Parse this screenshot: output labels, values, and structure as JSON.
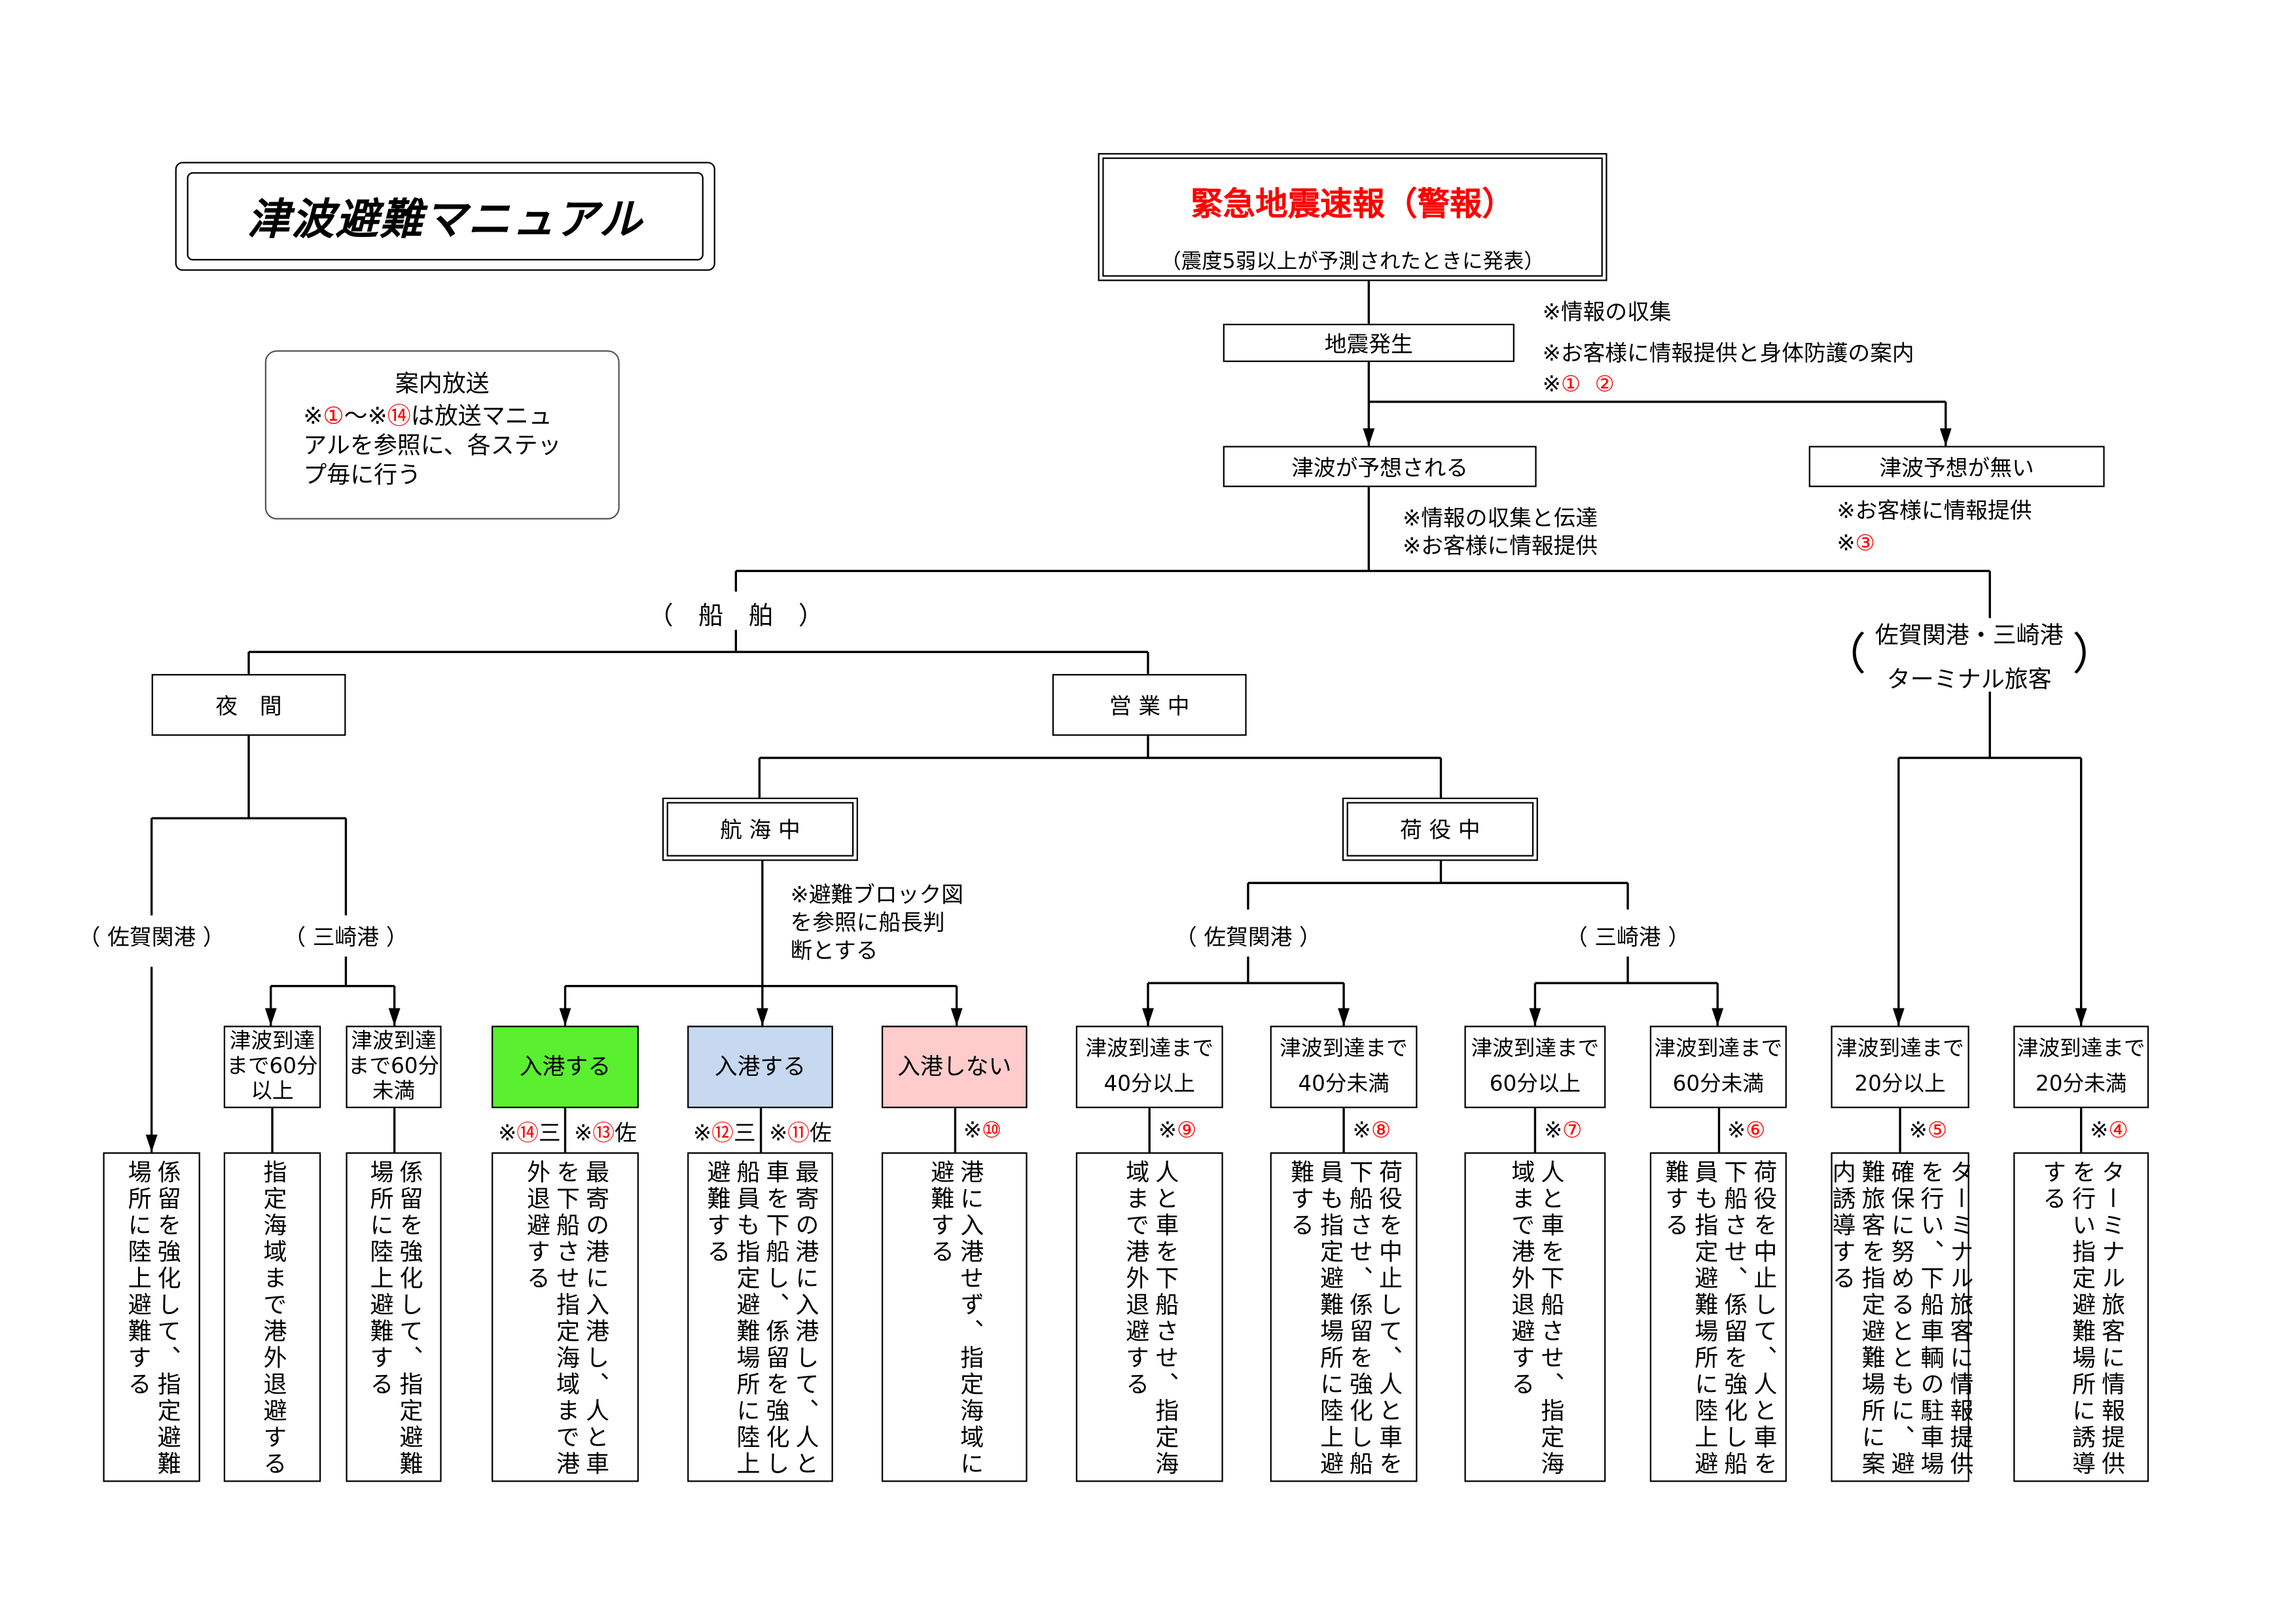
{
  "title": "津波避難マニュアル",
  "announcement": {
    "heading": "案内放送",
    "line1_mark": "※",
    "line1_num1": "①",
    "line1_mid": "～※",
    "line1_num2": "⑭",
    "line1_rest": "は放送マニュ",
    "line2": "アルを参照に、各ステッ",
    "line3": "プ毎に行う"
  },
  "alert": {
    "title": "緊急地震速報（警報）",
    "subtitle": "（震度5弱以上が予測されたときに発表）",
    "color": "#ff0000"
  },
  "earthquake": {
    "label": "地震発生",
    "note1": "※情報の収集",
    "note2": "※お客様に情報提供と身体防護の案内",
    "note3_mark": "※",
    "note3_num1": "①",
    "note3_num2": "②"
  },
  "tsunami_expected": {
    "label": "津波が予想される",
    "note1": "※情報の収集と伝達",
    "note2": "※お客様に情報提供"
  },
  "no_tsunami": {
    "label": "津波予想が無い",
    "note1": "※お客様に情報提供",
    "note2_mark": "※",
    "note2_num": "③"
  },
  "ships_label": "（　船　舶　）",
  "terminal": {
    "open": "（",
    "line1": "佐賀関港・三崎港",
    "line2": "ターミナル旅客",
    "close": "）"
  },
  "night": {
    "label": "夜　間",
    "saganoseki": "（ 佐賀関港 ）",
    "misaki": "（ 三崎港 ）"
  },
  "business": {
    "label": "営 業 中"
  },
  "sailing": {
    "label": "航 海 中",
    "note": [
      "※避難ブロック図",
      "を参照に船長判",
      "断とする"
    ]
  },
  "cargo": {
    "label": "荷 役 中",
    "saganoseki": "（ 佐賀関港 ）",
    "misaki": "（ 三崎港 ）"
  },
  "columns": [
    {
      "decision": null,
      "notes": [],
      "action": "係留を強化して、指定避難場所に陸上避難する"
    },
    {
      "decision": [
        "津波到達",
        "まで60分",
        "以上"
      ],
      "notes": [],
      "action": "指定海域まで港外退避する"
    },
    {
      "decision": [
        "津波到達",
        "まで60分",
        "未満"
      ],
      "notes": [],
      "action": "係留を強化して、指定避難場所に陸上避難する"
    },
    {
      "decision": [
        "入港する"
      ],
      "fill": "#5af030",
      "notes": [
        {
          "side": "left",
          "mark": "※",
          "num": "⑭",
          "suffix": "三"
        },
        {
          "side": "right",
          "mark": "※",
          "num": "⑬",
          "suffix": "佐"
        }
      ],
      "action": "最寄の港に入港し、人と車を下船させ指定海域まで港外退避する"
    },
    {
      "decision": [
        "入港する"
      ],
      "fill": "#c6d9f0",
      "notes": [
        {
          "side": "left",
          "mark": "※",
          "num": "⑫",
          "suffix": "三"
        },
        {
          "side": "right",
          "mark": "※",
          "num": "⑪",
          "suffix": "佐"
        }
      ],
      "action": "最寄の港に入港して、人と車を下船し、係留を強化し船員も指定避難場所に陸上避難する"
    },
    {
      "decision": [
        "入港しない"
      ],
      "fill": "#ffcccc",
      "notes": [
        {
          "side": "right",
          "mark": "※",
          "num": "⑩",
          "suffix": ""
        }
      ],
      "action": "港に入港せず、指定海域に避難する"
    },
    {
      "decision": [
        "津波到達まで",
        "40分以上"
      ],
      "notes": [
        {
          "side": "right",
          "mark": "※",
          "num": "⑨",
          "suffix": ""
        }
      ],
      "action": "人と車を下船させ、指定海域まで港外退避する"
    },
    {
      "decision": [
        "津波到達まで",
        "40分未満"
      ],
      "notes": [
        {
          "side": "right",
          "mark": "※",
          "num": "⑧",
          "suffix": ""
        }
      ],
      "action": "荷役を中止して、人と車を下船させ、係留を強化し船員も指定避難場所に陸上避難する"
    },
    {
      "decision": [
        "津波到達まで",
        "60分以上"
      ],
      "notes": [
        {
          "side": "right",
          "mark": "※",
          "num": "⑦",
          "suffix": ""
        }
      ],
      "action": "人と車を下船させ、指定海域まで港外退避する"
    },
    {
      "decision": [
        "津波到達まで",
        "60分未満"
      ],
      "notes": [
        {
          "side": "right",
          "mark": "※",
          "num": "⑥",
          "suffix": ""
        }
      ],
      "action": "荷役を中止して、人と車を下船させ、係留を強化し船員も指定避難場所に陸上避難する"
    },
    {
      "decision": [
        "津波到達まで",
        "20分以上"
      ],
      "notes": [
        {
          "side": "right",
          "mark": "※",
          "num": "⑤",
          "suffix": ""
        }
      ],
      "action": "ターミナル旅客に情報提供を行い、下船車輌の駐車場確保に努めるとともに、避難旅客を指定避難場所に案内誘導する"
    },
    {
      "decision": [
        "津波到達まで",
        "20分未満"
      ],
      "notes": [
        {
          "side": "right",
          "mark": "※",
          "num": "④",
          "suffix": ""
        }
      ],
      "action": "ターミナル旅客に情報提供を行い指定避難場所に誘導する"
    }
  ]
}
